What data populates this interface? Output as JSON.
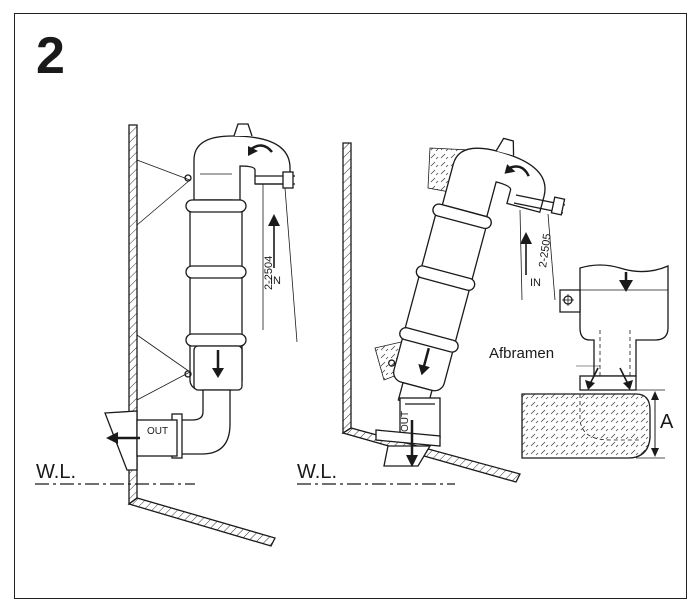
{
  "figure": {
    "step_number": "2",
    "left_view": {
      "waterline_label": "W.L.",
      "inlet_label": "IN",
      "outlet_label": "OUT",
      "part_code": "2-2504"
    },
    "middle_view": {
      "waterline_label": "W.L.",
      "inlet_label": "IN",
      "outlet_label": "OUT",
      "part_code": "2-2505"
    },
    "detail_view": {
      "callout_label": "Afbramen",
      "dimension_label": "A"
    }
  },
  "colors": {
    "line": "#1a1a1a",
    "background": "#ffffff"
  },
  "icons": [
    "flow-arrow-icon",
    "bolt-hole-icon"
  ]
}
